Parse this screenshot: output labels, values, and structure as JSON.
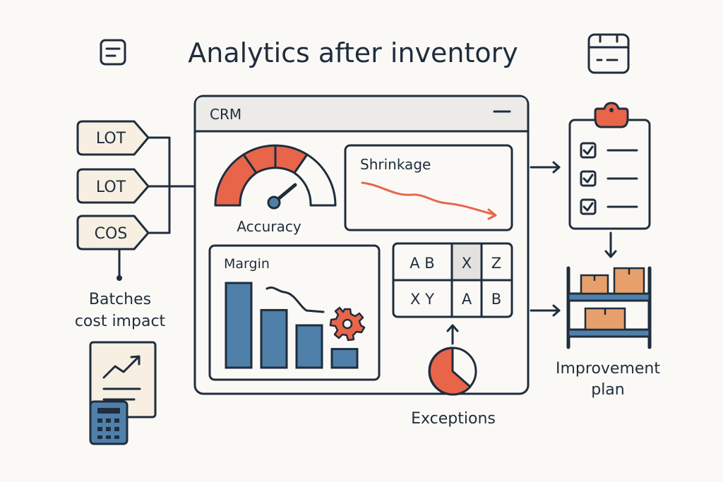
{
  "title": "Analytics after inventory",
  "colors": {
    "ink": "#1f2d3d",
    "accent": "#e8654a",
    "blue": "#4f80aa",
    "tag_fill": "#f6efe2",
    "box_fill": "#e7a06b",
    "background": "#fbf9f5"
  },
  "header_icons": [
    "note-icon",
    "calendar-icon"
  ],
  "tags": [
    "LOT",
    "LOT",
    "COS"
  ],
  "batches_label": [
    "Batches",
    "cost impact"
  ],
  "window": {
    "title": "CRM",
    "accuracy_label": "Accuracy",
    "shrinkage_label": "Shrinkage",
    "margin_label": "Margin",
    "margin_values": [
      100,
      68,
      50,
      22
    ],
    "table": [
      [
        "A B",
        "X",
        "Z"
      ],
      [
        "X Y",
        "A",
        "B"
      ]
    ]
  },
  "exceptions_label": "Exceptions",
  "improvement_label": [
    "Improvement",
    "plan"
  ],
  "icons": [
    "tag-icon",
    "gauge-icon",
    "trend-down-icon",
    "bar-chart-icon",
    "gear-icon",
    "pie-chart-icon",
    "checklist-clipboard-icon",
    "shelf-boxes-icon",
    "calculator-report-icon",
    "minimize-icon"
  ]
}
